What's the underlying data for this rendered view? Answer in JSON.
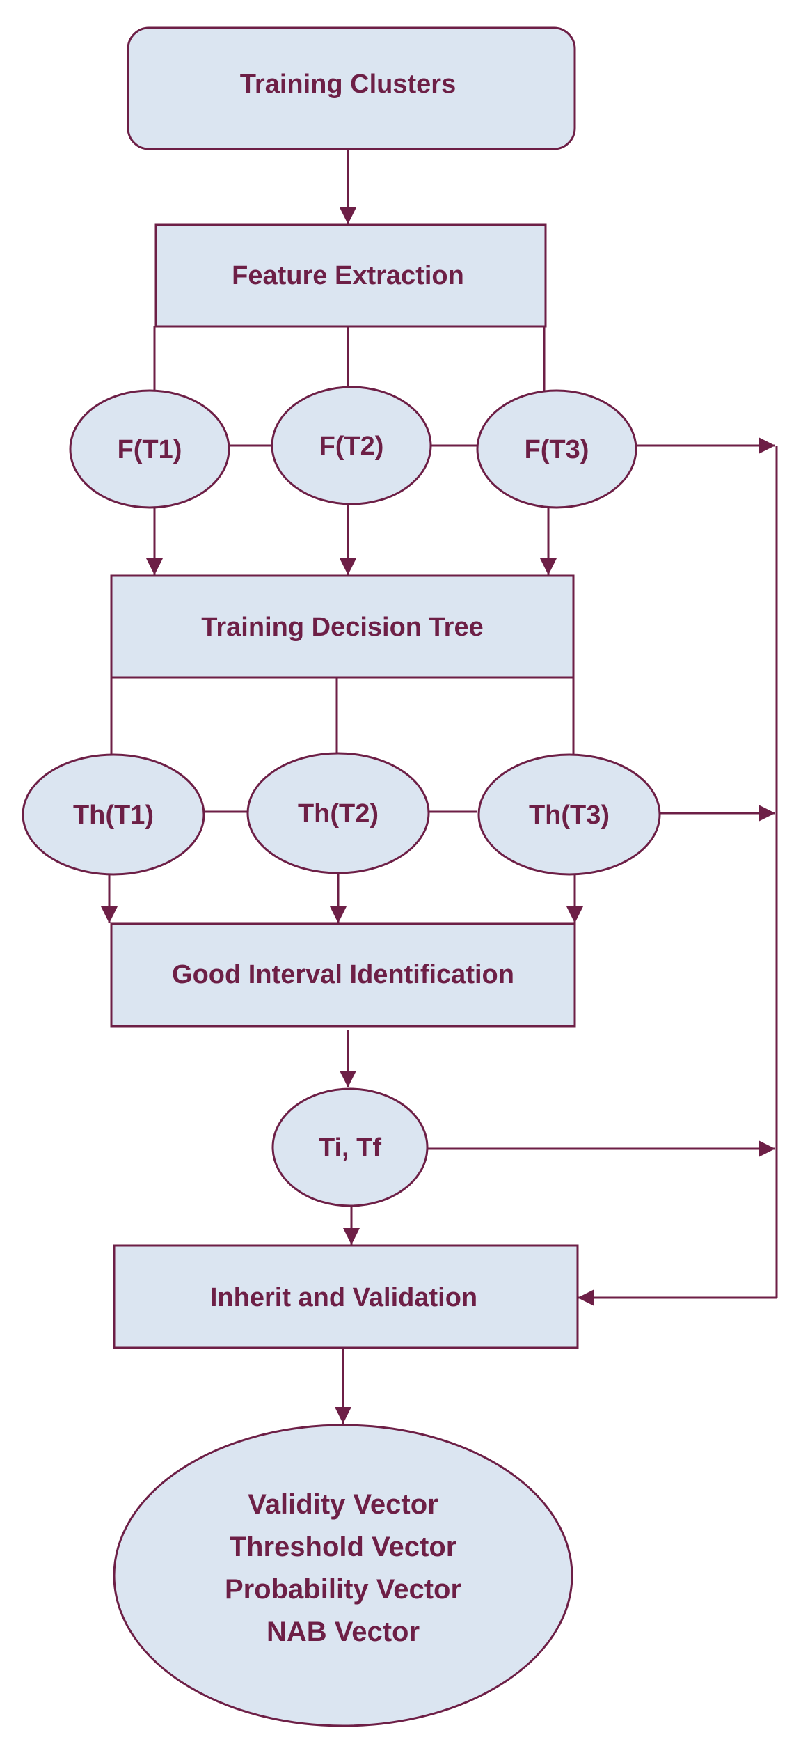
{
  "colors": {
    "node_fill": "#dbe5f1",
    "stroke": "#6d1f46",
    "text": "#6d1f46"
  },
  "nodes": {
    "training_clusters": "Training Clusters",
    "feature_extraction": "Feature Extraction",
    "f_t1": "F(T1)",
    "f_t2": "F(T2)",
    "f_t3": "F(T3)",
    "training_decision_tree": "Training Decision Tree",
    "th_t1": "Th(T1)",
    "th_t2": "Th(T2)",
    "th_t3": "Th(T3)",
    "good_interval": "Good Interval Identification",
    "ti_tf": "Ti, Tf",
    "inherit_validation": "Inherit and Validation",
    "result_lines": [
      "Validity Vector",
      "Threshold Vector",
      "Probability Vector",
      "NAB Vector"
    ]
  }
}
